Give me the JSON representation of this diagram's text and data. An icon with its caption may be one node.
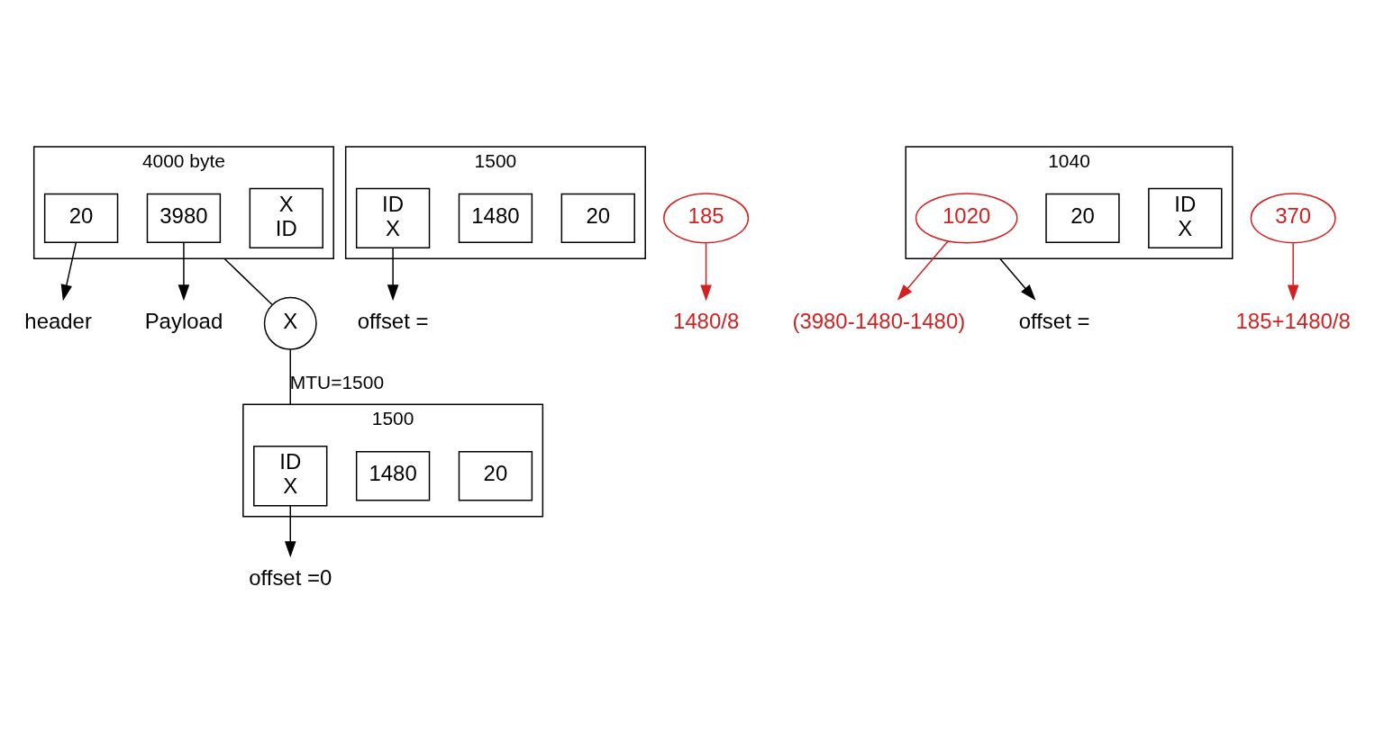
{
  "diagram": {
    "nodes": [
      {
        "text": [
          "4000 byte"
        ]
      },
      {
        "text": [
          "X",
          "ID"
        ],
        "in": 0
      },
      {
        "text": [
          "20"
        ],
        "in": 0
      },
      {
        "text": [
          "3980"
        ],
        "in": 0
      },
      {
        "text": [
          "header"
        ]
      },
      {
        "text": [
          "Payload"
        ]
      },
      {
        "text": [
          "X"
        ]
      },
      {
        "text": [
          "1500"
        ]
      },
      {
        "text": [
          "20"
        ],
        "in": 7
      },
      {
        "text": [
          "1480"
        ],
        "in": 7
      },
      {
        "text": [
          "ID",
          "X"
        ],
        "in": 7
      },
      {
        "text": [
          "offset =0"
        ]
      },
      {
        "text": [
          "1500"
        ]
      },
      {
        "text": [
          "20"
        ],
        "in": 12
      },
      {
        "text": [
          "1480"
        ],
        "in": 12
      },
      {
        "text": [
          "ID",
          "X"
        ],
        "in": 12
      },
      {
        "text": [
          "offset ="
        ]
      },
      {
        "text": [
          "185"
        ]
      },
      {
        "text": [
          "1480/8"
        ]
      },
      {
        "text": [
          "1040"
        ]
      },
      {
        "text": [
          "ID",
          "X"
        ],
        "in": 19
      },
      {
        "text": [
          "20"
        ],
        "in": 19
      },
      {
        "text": [
          "1020"
        ],
        "in": 19
      },
      {
        "text": [
          "(3980-1480-1480)"
        ]
      },
      {
        "text": [
          "offset ="
        ]
      },
      {
        "text": [
          "370"
        ]
      },
      {
        "text": [
          "185+1480/8"
        ]
      }
    ],
    "edges": [
      {
        "from": 2,
        "to": 4,
        "arrow": "to"
      },
      {
        "from": 3,
        "to": 5,
        "arrow": "to"
      },
      {
        "from": 0,
        "to": 6,
        "arrow": "none"
      },
      {
        "from": 6,
        "to": 7,
        "arrow": "none",
        "label": "MTU=1500"
      },
      {
        "from": 10,
        "to": 11,
        "arrow": "to"
      },
      {
        "from": 15,
        "to": 16,
        "arrow": "to"
      },
      {
        "from": 17,
        "to": 18,
        "arrow": "to",
        "color": "#d42020"
      },
      {
        "from": 22,
        "to": 23,
        "arrow": "to",
        "color": "#d42020"
      },
      {
        "from": 19,
        "to": 24,
        "arrow": "to"
      },
      {
        "from": 25,
        "to": 26,
        "arrow": "to",
        "color": "#d42020"
      }
    ]
  }
}
